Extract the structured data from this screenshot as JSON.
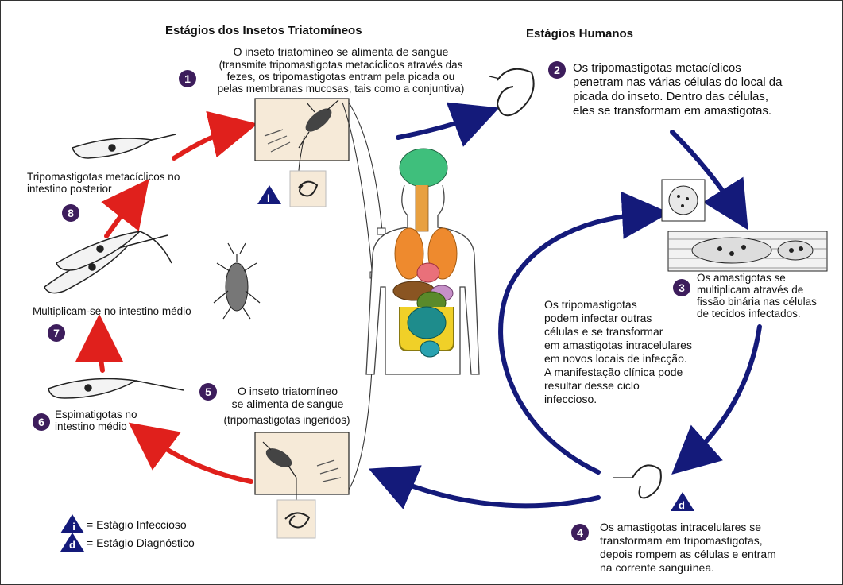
{
  "headers": {
    "insect": "Estágios dos Insetos Triatomíneos",
    "human": "Estágios Humanos"
  },
  "steps": [
    {
      "num": "1",
      "text": "O inseto triatomíneo se alimenta de sangue",
      "sub": "(transmite tripomastigotas metacíclicos através das\nfezes, os tripomastigotas entram pela picada ou\npelas membranas mucosas, tais como a conjuntiva)"
    },
    {
      "num": "2",
      "text": "Os tripomastigotas metacíclicos\npenetram nas várias células do local da\npicada do inseto. Dentro das células,\neles se transformam em amastigotas."
    },
    {
      "num": "3",
      "text": "Os amastigotas se\nmultiplicam através de\nfissão binária nas células\nde tecidos infectados."
    },
    {
      "num": "4",
      "text": "Os amastigotas intracelulares se\ntransformam em tripomastigotas,\ndepois rompem as células e entram\nna corrente sanguínea."
    },
    {
      "num": "5",
      "text": "O inseto triatomíneo\nse alimenta de sangue",
      "sub": "(tripomastigotas ingeridos)"
    },
    {
      "num": "6",
      "text": "Espimatigotas no\nintestino médio"
    },
    {
      "num": "7",
      "text": "Multiplicam-se no intestino médio"
    },
    {
      "num": "8",
      "text": "Tripomastigotas metacíclicos no\nintestino posterior"
    }
  ],
  "center_text": "Os tripomastigotas\npodem infectar outras\ncélulas e se transformar\nem amastigotas intracelulares\nem novos locais de infecção.\nA manifestação clínica pode\nresultar desse ciclo\ninfeccioso.",
  "legend": {
    "infective_symbol": "i",
    "infective": "= Estágio Infeccioso",
    "diagnostic_symbol": "d",
    "diagnostic": "= Estágio Diagnóstico"
  },
  "colors": {
    "insect_arrows": "#e0201c",
    "human_arrows": "#141a7a",
    "badge": "#3d1d5c"
  }
}
